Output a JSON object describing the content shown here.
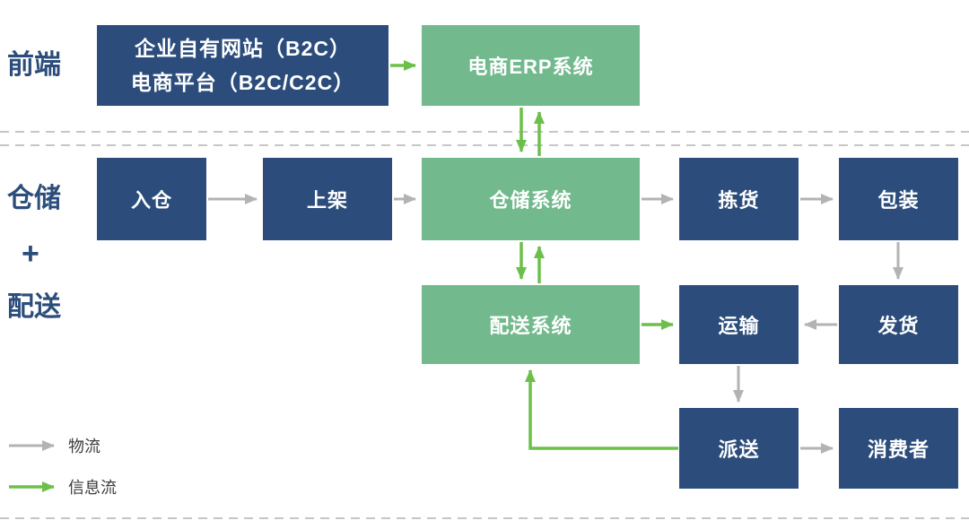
{
  "colors": {
    "box_navy": "#2c4d7c",
    "box_green": "#72ba8d",
    "arrow_gray": "#b3b3b3",
    "arrow_green": "#6cc04a"
  },
  "side_labels": {
    "frontend": "前端",
    "warehouse": "仓储",
    "plus": "+",
    "delivery": "配送"
  },
  "nodes": {
    "website": {
      "line1": "企业自有网站（B2C）",
      "line2": "电商平台（B2C/C2C）"
    },
    "erp": "电商ERP系统",
    "inbound": "入仓",
    "shelving": "上架",
    "wms": "仓储系统",
    "picking": "拣货",
    "packing": "包装",
    "tms": "配送系统",
    "transport": "运输",
    "shipping": "发货",
    "dispatch": "派送",
    "consumer": "消费者"
  },
  "legend": {
    "logistics": "物流",
    "information": "信息流"
  }
}
